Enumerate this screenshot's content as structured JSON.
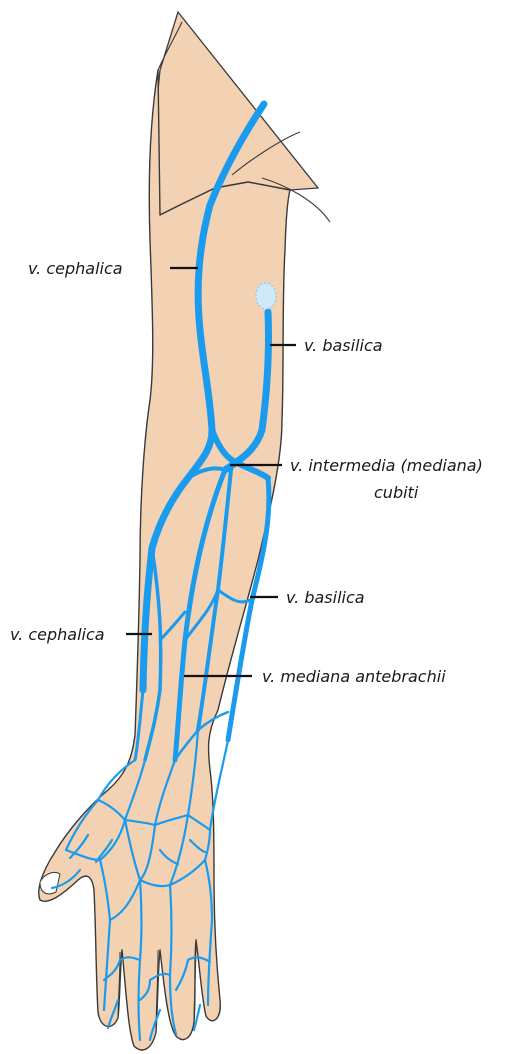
{
  "colors": {
    "skin": "#f2d2b3",
    "outline": "#3a3a3a",
    "vein": "#1b9bee",
    "vein_light": "#7cc6f5",
    "label": "#1a1a1a"
  },
  "labels": {
    "cephalica_upper": "v. cephalica",
    "basilica_upper": "v. basilica",
    "intermedia_line1": "v. intermedia (mediana)",
    "intermedia_line2": "cubiti",
    "basilica_lower": "v. basilica",
    "cephalica_lower": "v. cephalica",
    "mediana_antebrachii": "v. mediana antebrachii"
  }
}
